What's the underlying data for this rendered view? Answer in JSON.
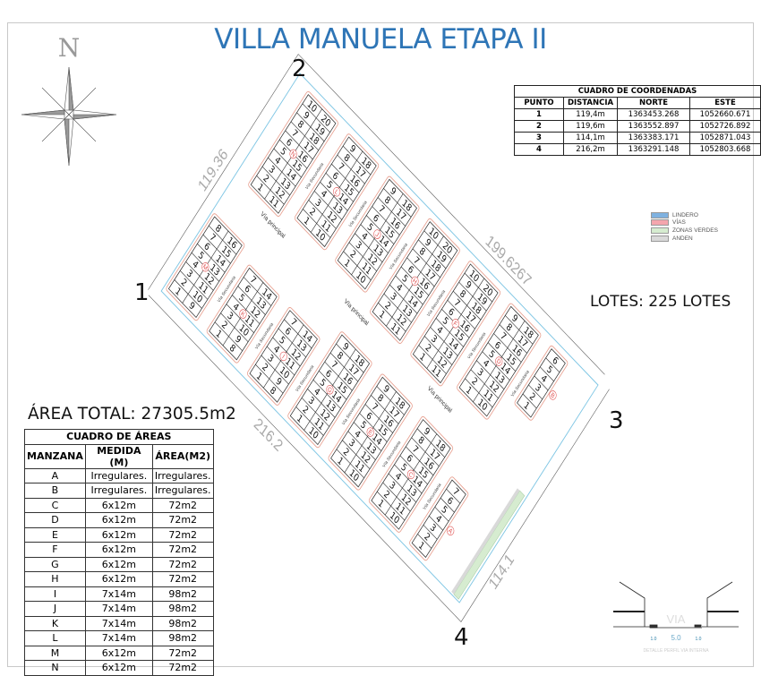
{
  "title": "VILLA MANUELA ETAPA II",
  "compass": {
    "north_label": "N"
  },
  "points": [
    "1",
    "2",
    "3",
    "4"
  ],
  "boundary_dimensions": {
    "side_1_2": "119.36",
    "side_2_3": "199.6267",
    "side_3_4": "114.1",
    "side_4_1": "216.2"
  },
  "coordinates_table": {
    "title": "CUADRO DE COORDENADAS",
    "headers": [
      "PUNTO",
      "DISTANCIA",
      "NORTE",
      "ESTE"
    ],
    "rows": [
      [
        "1",
        "119,4m",
        "1363453.268",
        "1052660.671"
      ],
      [
        "2",
        "119,6m",
        "1363552.897",
        "1052726.892"
      ],
      [
        "3",
        "114,1m",
        "1363383.171",
        "1052871.043"
      ],
      [
        "4",
        "216,2m",
        "1363291.148",
        "1052803.668"
      ]
    ]
  },
  "legend": [
    {
      "label": "LINDERO",
      "color": "#7fb2e0"
    },
    {
      "label": "VÍAS",
      "color": "#f4a6ad"
    },
    {
      "label": "ZONAS VERDES",
      "color": "#d6ecd0"
    },
    {
      "label": "ANDEN",
      "color": "#d9d9d9"
    }
  ],
  "lotes_total": "LOTES: 225 LOTES",
  "area_total": "ÁREA TOTAL: 27305.5m2",
  "areas_table": {
    "title": "CUADRO DE ÁREAS",
    "headers": [
      "MANZANA",
      "MEDIDA (M)",
      "ÁREA(M2)"
    ],
    "rows": [
      [
        "A",
        "Irregulares.",
        "Irregulares."
      ],
      [
        "B",
        "Irregulares.",
        "Irregulares."
      ],
      [
        "C",
        "6x12m",
        "72m2"
      ],
      [
        "D",
        "6x12m",
        "72m2"
      ],
      [
        "E",
        "6x12m",
        "72m2"
      ],
      [
        "F",
        "6x12m",
        "72m2"
      ],
      [
        "G",
        "6x12m",
        "72m2"
      ],
      [
        "H",
        "6x12m",
        "72m2"
      ],
      [
        "I",
        "7x14m",
        "98m2"
      ],
      [
        "J",
        "7x14m",
        "98m2"
      ],
      [
        "K",
        "7x14m",
        "98m2"
      ],
      [
        "L",
        "7x14m",
        "98m2"
      ],
      [
        "M",
        "6x12m",
        "72m2"
      ],
      [
        "N",
        "6x12m",
        "72m2"
      ]
    ]
  },
  "plan": {
    "road_main": "Vía principal",
    "road_secondary": "Vía Secundaria",
    "blocks_upper": [
      {
        "letter": "N",
        "columns": [
          10,
          10
        ]
      },
      {
        "letter": "L",
        "columns": [
          9,
          9
        ]
      },
      {
        "letter": "J",
        "columns": [
          9,
          9
        ]
      },
      {
        "letter": "H",
        "columns": [
          10,
          10
        ]
      },
      {
        "letter": "F",
        "columns": [
          10,
          10
        ]
      },
      {
        "letter": "D",
        "columns": [
          9,
          9
        ]
      },
      {
        "letter": "B",
        "columns": [
          6
        ]
      }
    ],
    "blocks_lower": [
      {
        "letter": "M",
        "columns": [
          8,
          8
        ]
      },
      {
        "letter": "K",
        "columns": [
          7,
          7
        ]
      },
      {
        "letter": "I",
        "columns": [
          7,
          7
        ]
      },
      {
        "letter": "G",
        "columns": [
          9,
          9
        ]
      },
      {
        "letter": "E",
        "columns": [
          9,
          9
        ]
      },
      {
        "letter": "C",
        "columns": [
          9,
          9
        ]
      },
      {
        "letter": "A",
        "columns": [
          7
        ]
      }
    ]
  },
  "detail": {
    "via_label": "VIA",
    "width_center": "5.0",
    "width_side_left": "1.0",
    "width_side_right": "1.0",
    "caption": "DETALLE PERFIL VIA INTERNA"
  }
}
